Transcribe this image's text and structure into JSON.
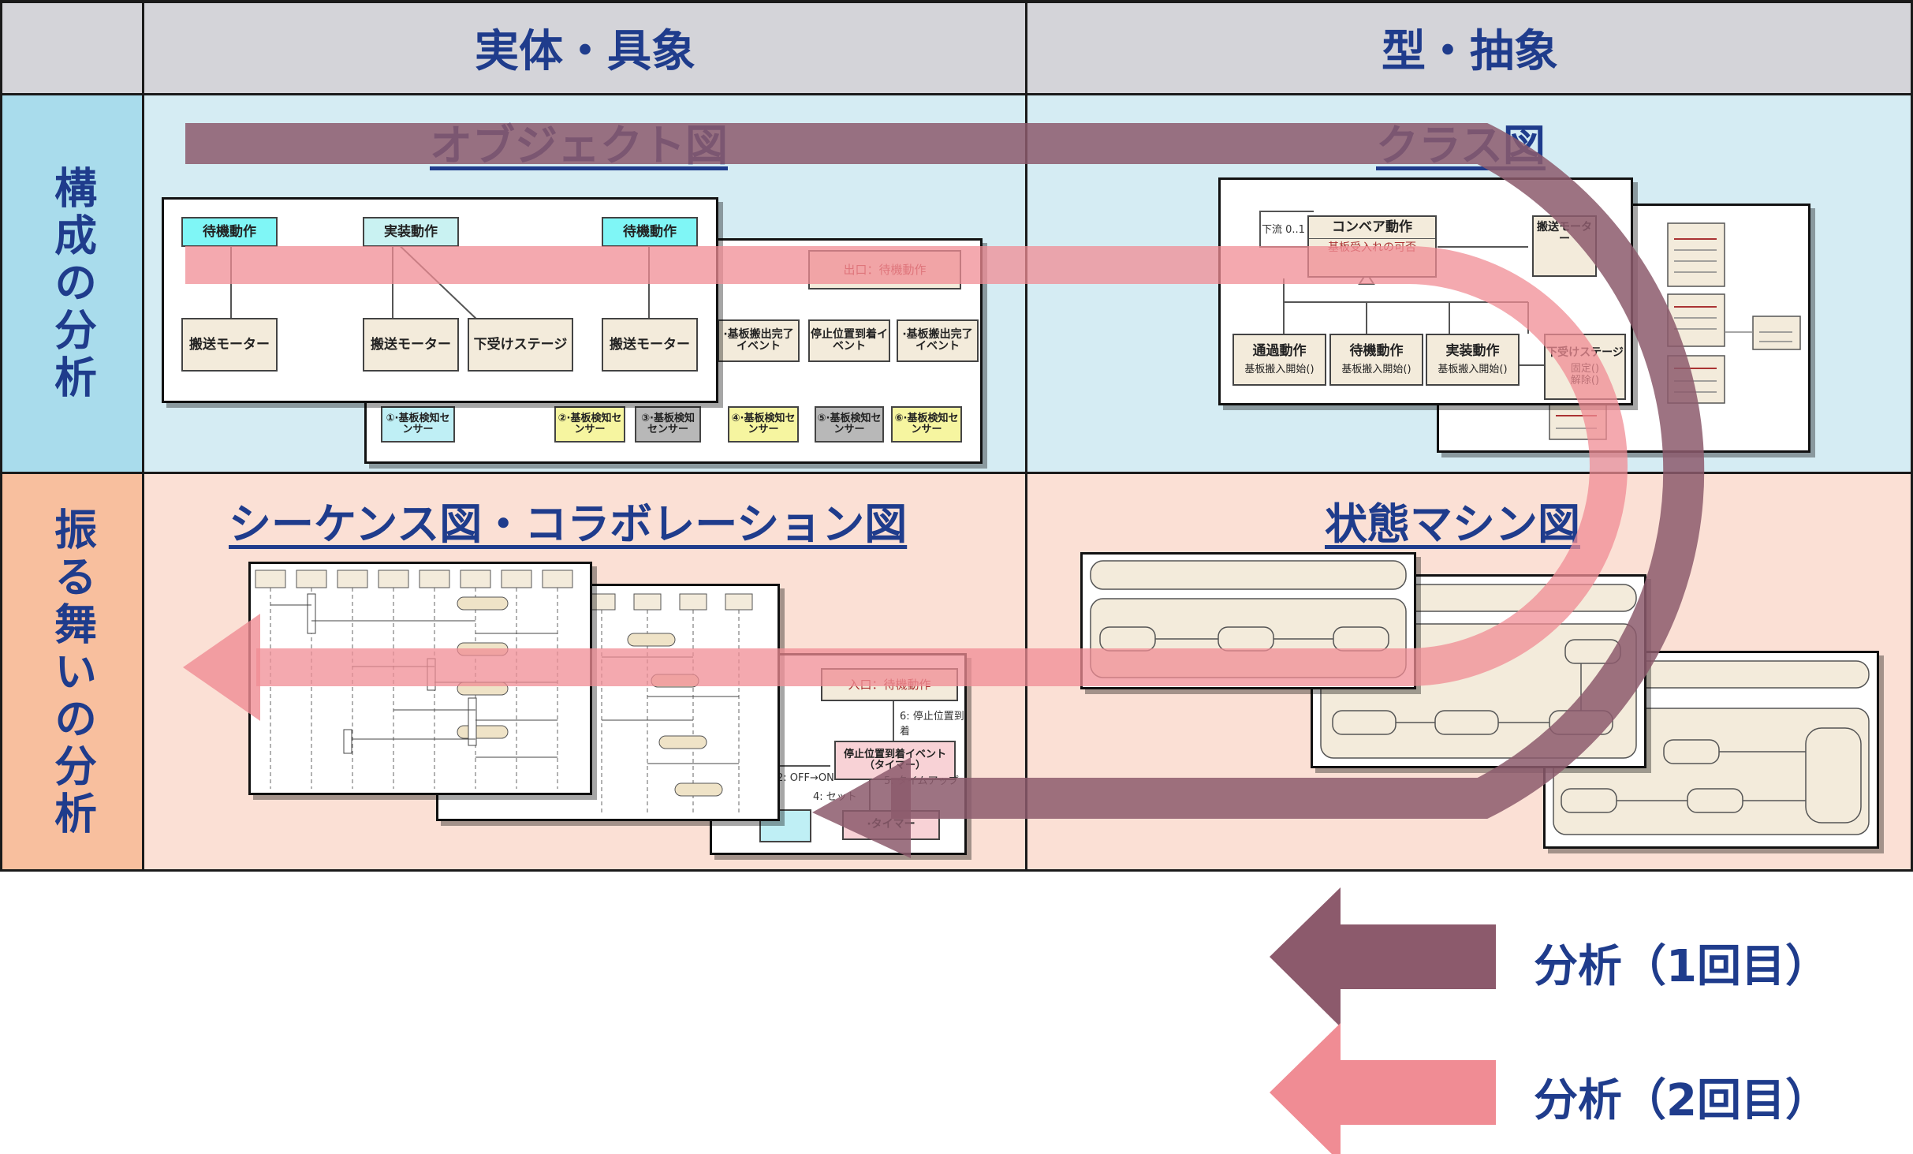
{
  "header": {
    "col1": "実体・具象",
    "col2": "型・抽象"
  },
  "rows": {
    "structure": "構成の分析",
    "behavior": "振る舞いの分析"
  },
  "quadrants": {
    "object_diagram": "オブジェクト図",
    "class_diagram": "クラス図",
    "sequence_diagram": "シーケンス図・コラボレーション図",
    "state_diagram": "状態マシン図"
  },
  "object_boxes": {
    "wait1": "待機動作",
    "impl": "実装動作",
    "wait2": "待機動作",
    "motor1": "搬送モーター",
    "motor2": "搬送モーター",
    "stage": "下受けステージ",
    "motor3": "搬送モーター",
    "exit": "出口：待機動作",
    "ev1": "·基板搬出完了イベント",
    "ev2": "停止位置到着イベント",
    "ev3": "·基板搬出完了イベント",
    "s1": "①·基板検知センサー",
    "s2": "②·基板検知センサー",
    "s3": "③·基板検知センサー",
    "s4": "④·基板検知センサー",
    "s5": "⑤·基板検知センサー",
    "s6": "⑥·基板検知センサー"
  },
  "class_boxes": {
    "conveyor": "コンベア動作",
    "conveyor_attr": "基板受入れの可否",
    "transport": "搬送モーター",
    "pass": "通過動作",
    "wait": "待機動作",
    "impl": "実装動作",
    "stage": "下受けステージ",
    "method": "基板搬入開始()",
    "fix": "固定()",
    "release": "解除()",
    "assoc": "下流 0..1"
  },
  "collab": {
    "entry": "入口：待機動作",
    "event": "停止位置到着イベント（タイマー）",
    "timer": "·タイマー",
    "m1": "6: 停止位置到着",
    "m2": "5: タイムアップ",
    "m3": "4: セット",
    "m4": "2: OFF→ON"
  },
  "legend": {
    "first": "分析（1回目）",
    "second": "分析（2回目）"
  },
  "colors": {
    "header_bg": "#d4d4d9",
    "structure_bg": "#d5ecf3",
    "structure_hdr": "#a9dcec",
    "behavior_bg": "#fbe0d5",
    "behavior_hdr": "#f8bf9e",
    "text": "#1f3c8c",
    "arrow1": "#8c5a6c",
    "arrow2": "#f08c94"
  }
}
